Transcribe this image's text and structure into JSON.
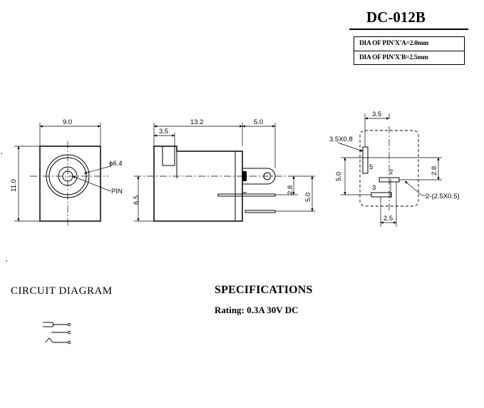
{
  "title": "DC-012B",
  "pin_table": {
    "rows": [
      "DIA OF PIN'X'A=2.0mm",
      "DIA OF PIN'X'B=2.5mm"
    ]
  },
  "front_view": {
    "width_dim": "9.0",
    "height_dim": "11.0",
    "diameter_callout": "ϕ6.4",
    "pin_callout": "PIN"
  },
  "side_view": {
    "length_dim": "13.2",
    "tab_dim": "5.0",
    "step_dim": "3.5",
    "pin_offset_dim": "2.8",
    "pin_height_dim": "5.0",
    "lower_height_dim": "6.5"
  },
  "footprint": {
    "top_dim": "3.5",
    "slot_label": "3.5X0.8",
    "left_height_dim": "5.0",
    "right_height_dim": "2.8",
    "bottom_dim": "2.5",
    "pad_callout": "2-(2.5X0.5)",
    "pin_numbers": [
      "5",
      "2",
      "3"
    ]
  },
  "sections": {
    "circuit_heading": "CIRCUIT DIAGRAM",
    "specifications_heading": "SPECIFICATIONS",
    "rating": "Rating: 0.3A 30V DC"
  }
}
